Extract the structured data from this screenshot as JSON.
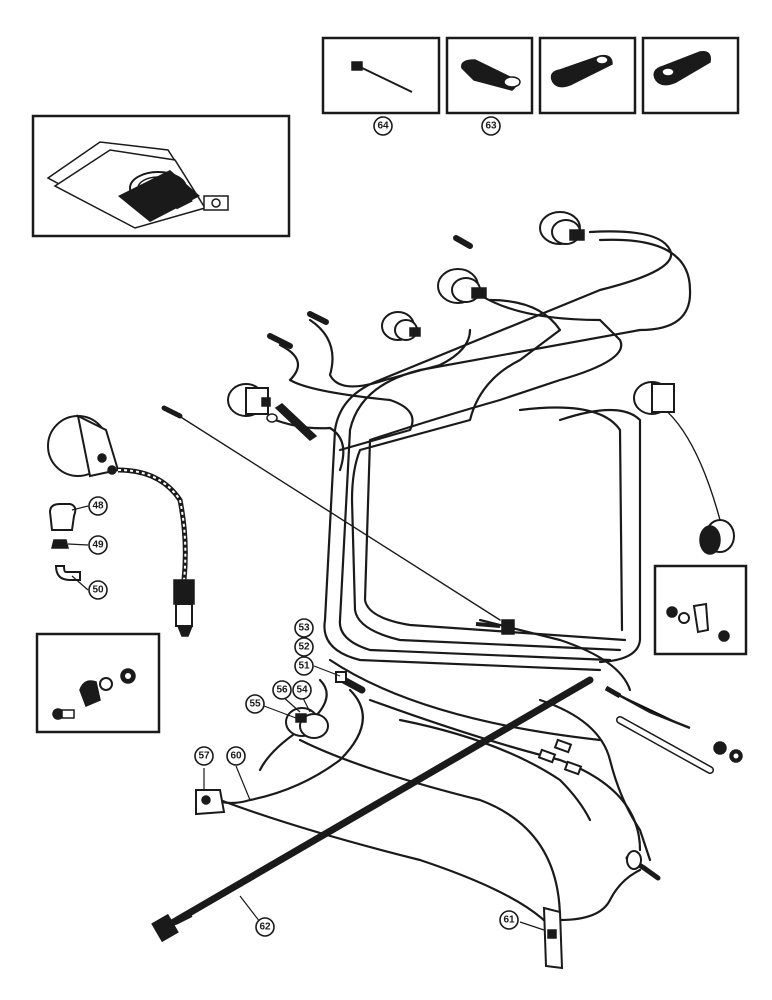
{
  "callouts": {
    "c48": "48",
    "c49": "49",
    "c50": "50",
    "c51": "51",
    "c52": "52",
    "c53": "53",
    "c54": "54",
    "c55": "55",
    "c56": "56",
    "c57": "57",
    "c60": "60",
    "c61": "61",
    "c62": "62",
    "c63": "63",
    "c64": "64"
  }
}
